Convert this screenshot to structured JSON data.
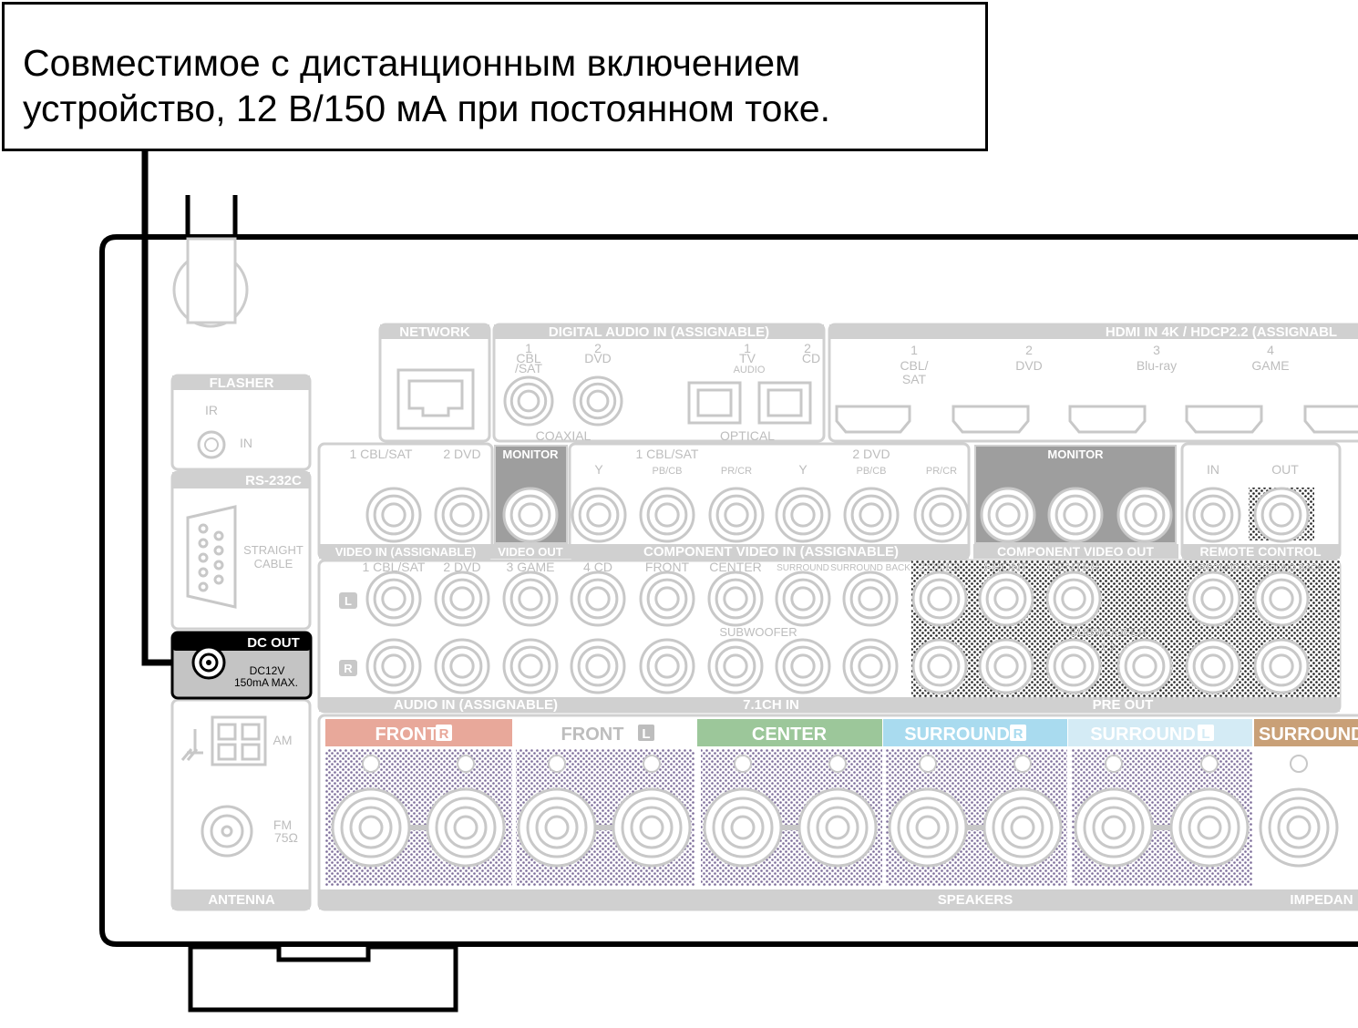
{
  "callout": {
    "line1": "Совместимое с дистанционным включением",
    "line2": "устройство, 12 В/150 мА при постоянном токе."
  },
  "panel": {
    "network": "NETWORK",
    "digital_audio": "DIGITAL AUDIO IN (ASSIGNABLE)",
    "hdmi": "HDMI IN 4K / HDCP2.2 (ASSIGNABL",
    "coaxial": "COAXIAL",
    "optical": "OPTICAL",
    "dig_1": "1",
    "dig_cbl": "CBL",
    "dig_sat": "/SAT",
    "dig_2": "2",
    "dig_dvd": "DVD",
    "dig_tv1": "1",
    "dig_tv": "TV",
    "dig_audio": "AUDIO",
    "dig_2b": "2",
    "dig_cd": "CD",
    "hdmi_1": "1",
    "hdmi_cbl": "CBL/",
    "hdmi_sat": "SAT",
    "hdmi_2": "2",
    "hdmi_dvd": "DVD",
    "hdmi_3": "3",
    "hdmi_bluray": "Blu-ray",
    "hdmi_4": "4",
    "hdmi_game": "GAME",
    "flasher": "FLASHER",
    "ir": "IR",
    "in": "IN",
    "rs232c": "RS-232C",
    "straight": "STRAIGHT",
    "cable": "CABLE",
    "dc_out": "DC OUT",
    "dc12v": "DC12V",
    "ma": "150mA MAX.",
    "am": "AM",
    "fm": "FM",
    "ohm": "75Ω",
    "antenna": "ANTENNA",
    "video_in": "VIDEO IN (ASSIGNABLE)",
    "video_out": "VIDEO OUT",
    "monitor": "MONITOR",
    "v_cbl": "1 CBL/SAT",
    "v_dvd": "2 DVD",
    "comp_in": "COMPONENT VIDEO IN (ASSIGNABLE)",
    "comp_cbl": "1 CBL/SAT",
    "comp_dvd": "2 DVD",
    "y": "Y",
    "pb": "PB/CB",
    "pr": "PR/CR",
    "comp_out": "COMPONENT VIDEO OUT",
    "monitor2": "MONITOR",
    "remote": "REMOTE CONTROL",
    "remote_in": "IN",
    "remote_out": "OUT",
    "audio_in": "AUDIO IN (ASSIGNABLE)",
    "a_cbl": "1 CBL/SAT",
    "a_dvd": "2 DVD",
    "a_game": "3 GAME",
    "a_cd": "4 CD",
    "l": "L",
    "r": "R",
    "ch71": "7.1CH IN",
    "ch_front": "FRONT",
    "ch_center": "CENTER",
    "ch_surround": "SURROUND",
    "ch_sback": "SURROUND BACK",
    "ch_sub": "SUBWOOFER",
    "pre_out": "PRE OUT",
    "zone2": "ZONE2",
    "p_front": "FRONT",
    "p_center": "CENTER",
    "p_surround": "SURROUND",
    "p_sback": "SURROUND BACK",
    "p_sub": "SUBWOOFER",
    "p_sub12": "1  2",
    "speakers": "SPEAKERS",
    "impedance": "IMPEDAN",
    "sp_front_r": "FRONT",
    "sp_front_l": "FRONT",
    "sp_center": "CENTER",
    "sp_surround_r": "SURROUND",
    "sp_surround_l": "SURROUND",
    "sp_surround6": "SURROUND",
    "badge_r": "R",
    "badge_l": "L"
  },
  "colors": {
    "front_r": "#e8a89a",
    "center": "#9cc79a",
    "surround_r": "#a9dbef",
    "surround_l": "#d4ebf5",
    "surround_back": "#c9a077"
  }
}
